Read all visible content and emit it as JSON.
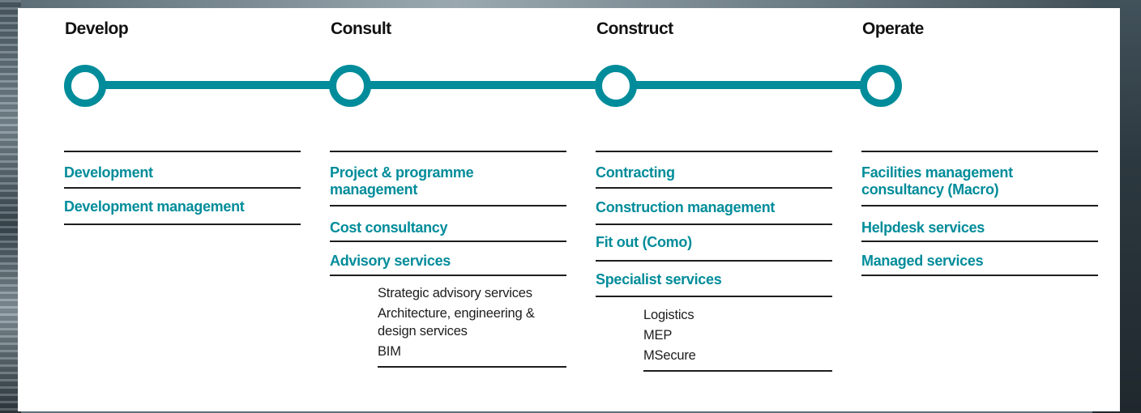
{
  "stages": [
    {
      "title": "Develop",
      "items": [
        "Development",
        "Development management"
      ],
      "sub_items": []
    },
    {
      "title": "Consult",
      "items": [
        "Project & programme management",
        "Cost consultancy",
        "Advisory services"
      ],
      "sub_items": [
        "Strategic advisory services",
        "Architecture, engineering & design services",
        "BIM"
      ]
    },
    {
      "title": "Construct",
      "items": [
        "Contracting",
        "Construction management",
        "Fit out (Como)",
        "Specialist services"
      ],
      "sub_items": [
        "Logistics",
        "MEP",
        "MSecure"
      ]
    },
    {
      "title": "Operate",
      "items": [
        "Facilities management consultancy (Macro)",
        "Helpdesk services",
        "Managed services"
      ],
      "sub_items": []
    }
  ],
  "colors": {
    "accent": "#008c9a",
    "text": "#111111",
    "rule": "#1d1d1d"
  }
}
